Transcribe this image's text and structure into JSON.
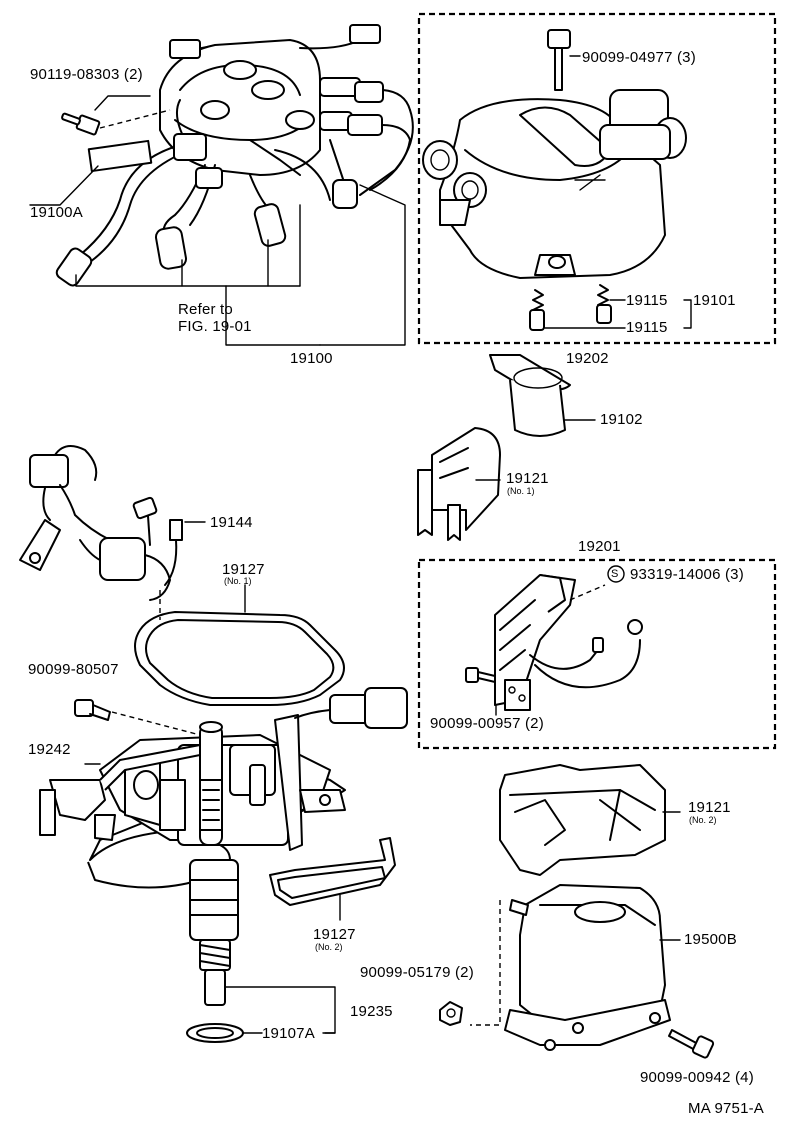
{
  "labels": {
    "p90119_08303": "90119-08303 (2)",
    "p19100A": "19100A",
    "refer_to": "Refer to",
    "fig_19_01": "FIG. 19-01",
    "p19100": "19100",
    "p90099_04977": "90099-04977 (3)",
    "p19115_upper": "19115",
    "p19101": "19101",
    "p19115_lower": "19115",
    "p19202": "19202",
    "p19102": "19102",
    "p19121_no1": "19121",
    "p19121_no1_sub": "(No. 1)",
    "p19144": "19144",
    "p19127_no1": "19127",
    "p19127_no1_sub": "(No. 1)",
    "p19201": "19201",
    "p93319_14006": "93319-14006 (3)",
    "s_symbol": "S",
    "p90099_80507": "90099-80507",
    "p90099_00957": "90099-00957 (2)",
    "p19242": "19242",
    "p19121_no2": "19121",
    "p19121_no2_sub": "(No. 2)",
    "p19127_no2": "19127",
    "p19127_no2_sub": "(No. 2)",
    "p19500B": "19500B",
    "p90099_05179": "90099-05179 (2)",
    "p19235": "19235",
    "p19107A": "19107A",
    "p90099_00942": "90099-00942 (4)",
    "diagram_id": "MA 9751-A"
  }
}
